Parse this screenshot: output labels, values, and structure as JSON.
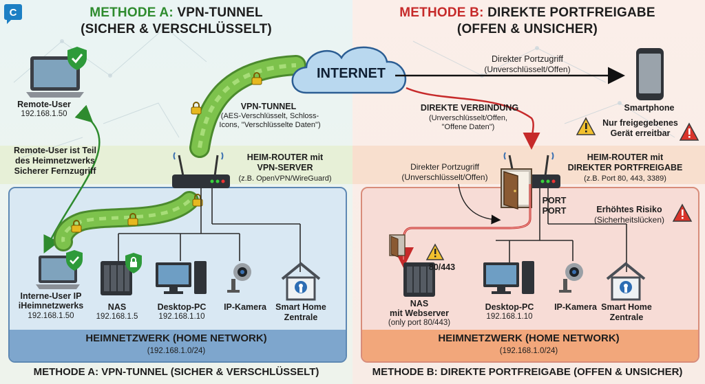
{
  "brand": {
    "logo_letter": "C",
    "color": "#1c7fc4"
  },
  "colors": {
    "green": "#2e8b2e",
    "red": "#c62a2a",
    "tunnel": "#7dc24c"
  },
  "method_a": {
    "title_prefix": "METHODE A:",
    "title_main": "VPN-TUNNEL",
    "subtitle": "(SICHER & VERSCHLÜSSELT)",
    "remote_user": {
      "label": "Remote-User",
      "ip": "192.168.1.50"
    },
    "remote_note": [
      "Remote-User ist Teil",
      "des Heimnetzwerks",
      "Sicherer Fernzugriff"
    ],
    "tunnel": {
      "label": "VPN-TUNNEL",
      "desc": [
        "(AES-Verschlüsselt, Schloss-",
        "Icons, \"Verschlüsselte Daten\")"
      ]
    },
    "router": {
      "title": [
        "HEIM-ROUTER mit",
        "VPN-SERVER"
      ],
      "desc": "(z.B. OpenVPN/WireGuard)"
    },
    "devices": {
      "internal_user": {
        "label": [
          "Interne-User IP",
          "iHeimnetzwerks"
        ],
        "ip": "192.168.1.50"
      },
      "nas": {
        "label": "NAS",
        "ip": "192.168.1.5"
      },
      "desktop": {
        "label": "Desktop-PC",
        "ip": "192.168.1.10"
      },
      "camera": {
        "label": "IP-Kamera"
      },
      "smarthome": {
        "label": [
          "Smart Home",
          "Zentrale"
        ]
      }
    },
    "network": {
      "title": "HEIMNETZWERK (HOME NETWORK)",
      "subnet": "(192.168.1.0/24)"
    },
    "footer": "METHODE A: VPN-TUNNEL (SICHER & VERSCHLÜSSELT)"
  },
  "internet": {
    "label": "INTERNET"
  },
  "method_b": {
    "title_prefix": "METHODE B:",
    "title_main": "DIREKTE PORTFREIGABE",
    "subtitle": "(OFFEN & UNSICHER)",
    "top_arrow": {
      "label": "Direkter Portzugriff",
      "desc": "(Unverschlüsselt/Offen)"
    },
    "smartphone": {
      "label": "Smartphone"
    },
    "warning": [
      "Nur freigegebenes",
      "Gerät erreitbar"
    ],
    "connection": {
      "label": "DIREKTE VERBINDUNG",
      "desc": [
        "(Unverschlüsselt/Offen,",
        "\"Offene Daten\")"
      ]
    },
    "router": {
      "title": [
        "HEIM-ROUTER mit",
        "DIREKTER PORTFREIGABE"
      ],
      "desc": "(z.B. Port 80, 443, 3389)"
    },
    "port_access": {
      "label": "Direkter Portzugriff",
      "desc": "(Unverschlüsselt/Offen)"
    },
    "ports": [
      "PORT",
      "PORT"
    ],
    "risk": {
      "label": "Erhöhtes Risiko",
      "desc": "(Sicherheitslücken)"
    },
    "devices": {
      "nas": {
        "label": [
          "NAS",
          "mit Webserver"
        ],
        "desc": "(only port 80/443)",
        "port": "80/443"
      },
      "desktop": {
        "label": "Desktop-PC",
        "ip": "192.168.1.10"
      },
      "camera": {
        "label": "IP-Kamera"
      },
      "smarthome": {
        "label": [
          "Smart Home",
          "Zentrale"
        ]
      }
    },
    "network": {
      "title": "HEIMNETZWERK (HOME NETWORK)",
      "subnet": "(192.168.1.0/24)"
    },
    "footer": "METHODE B: DIREKTE PORTFREIGABE (OFFEN & UNSICHER)"
  }
}
